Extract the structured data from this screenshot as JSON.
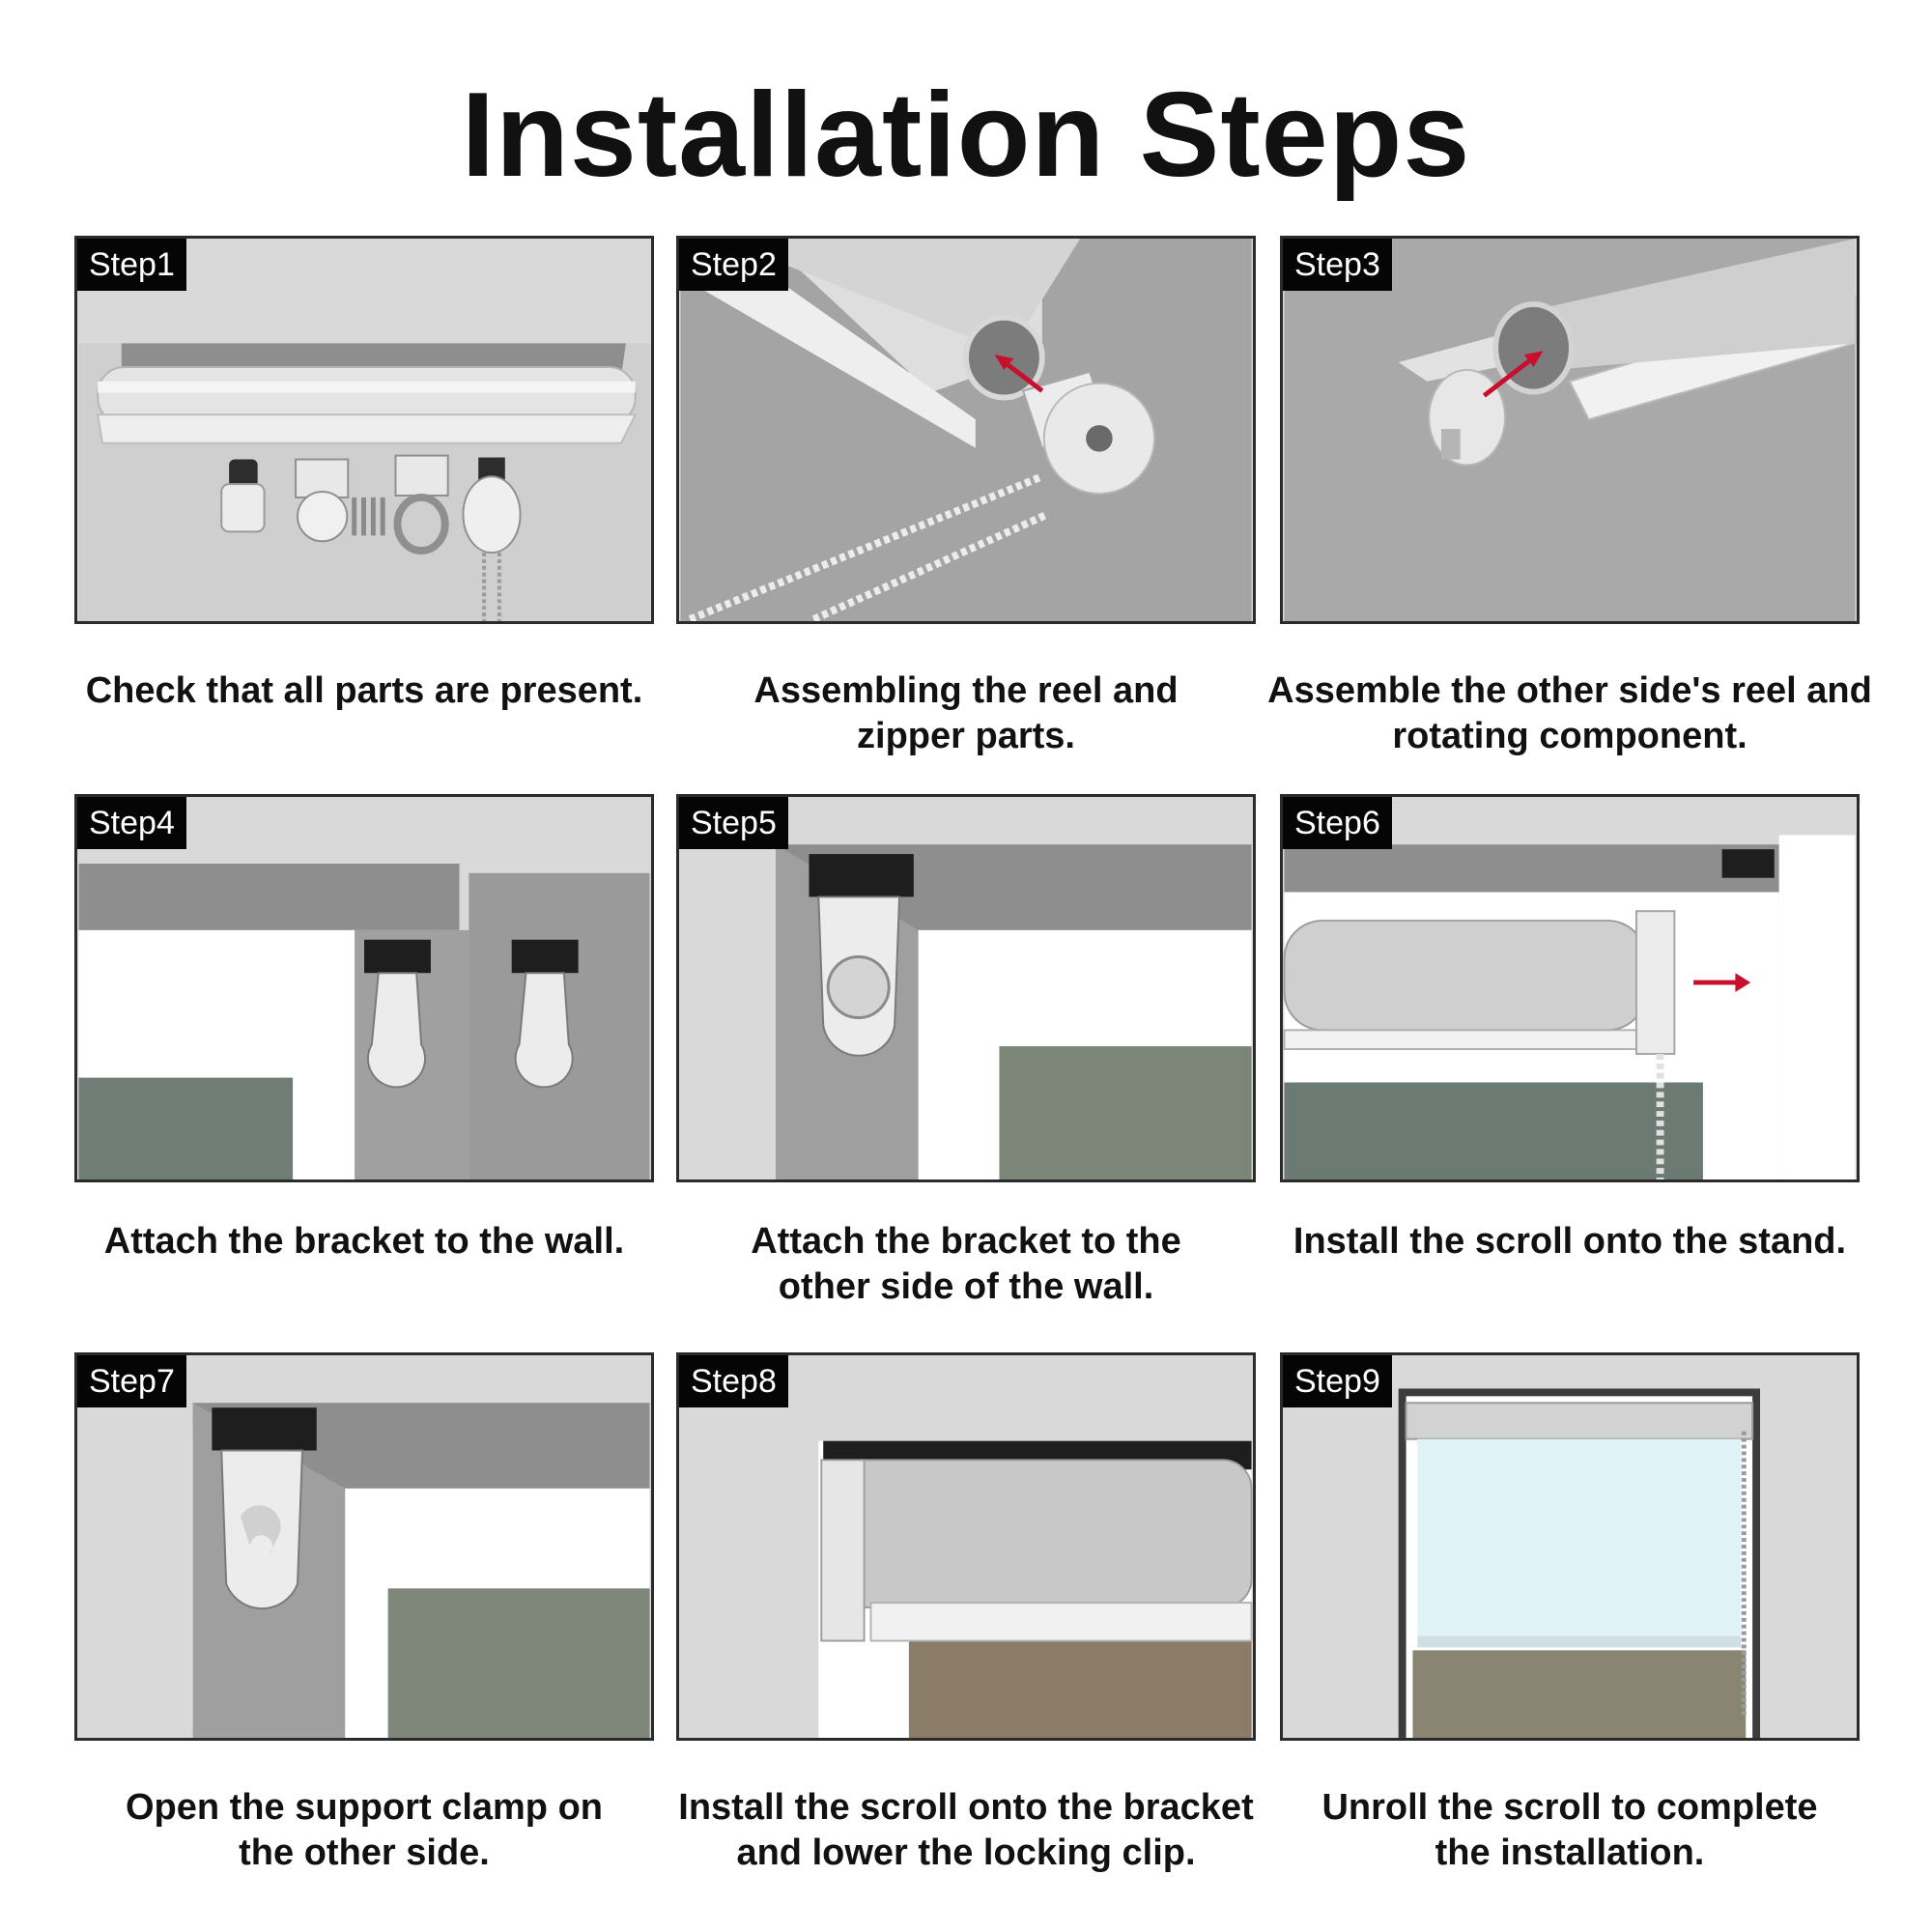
{
  "title": "Installation Steps",
  "steps": [
    {
      "tag": "Step1",
      "caption": "Check that all parts are present."
    },
    {
      "tag": "Step2",
      "caption": "Assembling the reel and zipper parts."
    },
    {
      "tag": "Step3",
      "caption": "Assemble the other side's reel and rotating component."
    },
    {
      "tag": "Step4",
      "caption": "Attach the bracket to the wall."
    },
    {
      "tag": "Step5",
      "caption": "Attach the bracket to the other side of the wall."
    },
    {
      "tag": "Step6",
      "caption": "Install the scroll onto the stand."
    },
    {
      "tag": "Step7",
      "caption": "Open the support clamp on the other side."
    },
    {
      "tag": "Step8",
      "caption": "Install the scroll onto the bracket and lower the locking clip."
    },
    {
      "tag": "Step9",
      "caption": "Unroll the scroll to complete the installation."
    }
  ],
  "colors": {
    "arrow": "#c8102e",
    "tag_bg": "#050505",
    "wall": "#9c9c9c",
    "tube": "#c9c9c9",
    "shade": "#dff2f6"
  }
}
